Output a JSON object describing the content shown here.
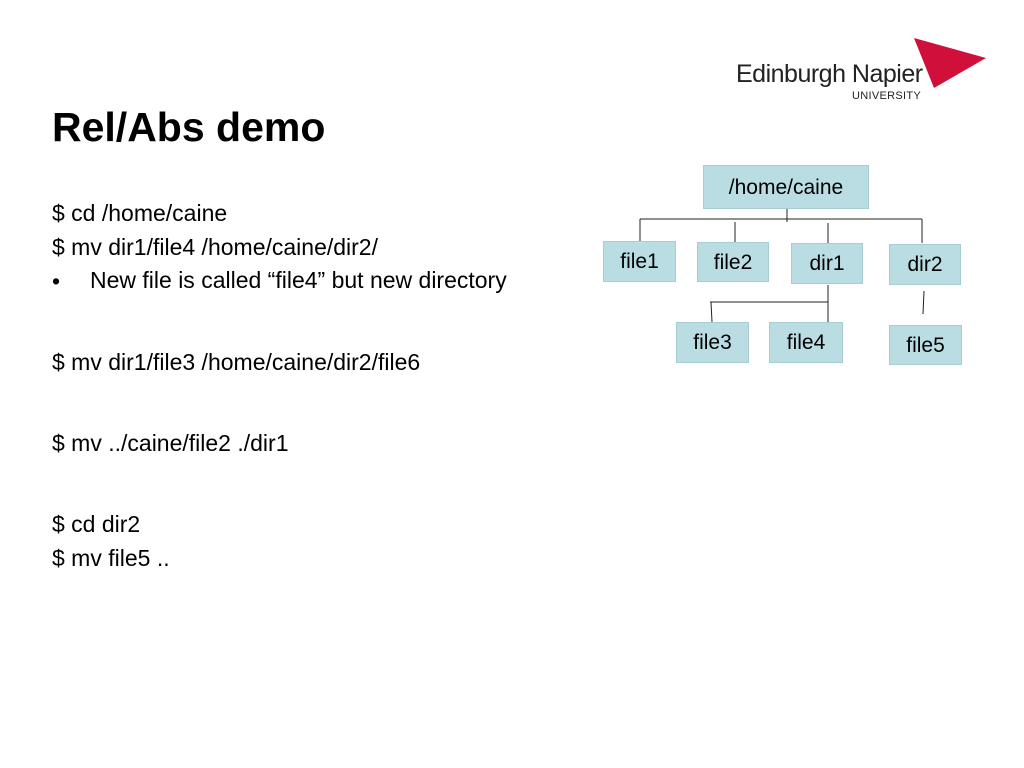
{
  "logo": {
    "name": "Edinburgh Napier",
    "sub": "UNIVERSITY",
    "mark_color": "#d0103a"
  },
  "slide": {
    "title": "Rel/Abs demo",
    "lines": {
      "cmd1": "$ cd /home/caine",
      "cmd2": "$ mv dir1/file4 /home/caine/dir2/",
      "bullet_marker": "•",
      "bullet": "New file is called “file4” but new directory",
      "cmd3": "$ mv dir1/file3 /home/caine/dir2/file6",
      "cmd4": "$ mv ../caine/file2 ./dir1",
      "cmd5": "$ cd dir2",
      "cmd6": "$ mv file5 .."
    }
  },
  "tree": {
    "node_color": "#b9dde3",
    "root": "/home/caine",
    "children": [
      "file1",
      "file2",
      "dir1",
      "dir2"
    ],
    "dir1_children": [
      "file3",
      "file4"
    ],
    "dir2_children": [
      "file5"
    ]
  }
}
